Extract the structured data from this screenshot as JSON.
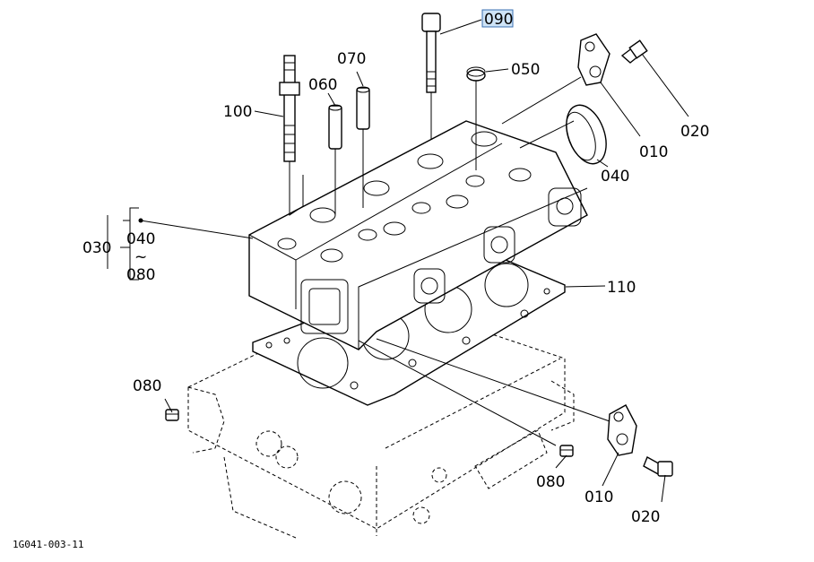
{
  "labels": {
    "p090": "090",
    "p050": "050",
    "p070": "070",
    "p060": "060",
    "p100": "100",
    "p020_top": "020",
    "p010_top": "010",
    "p040_right": "040",
    "p030": "030",
    "p040_group": "040",
    "tilde": "~",
    "p080_group": "080",
    "p110": "110",
    "p080_left": "080",
    "p080_right": "080",
    "p010_bottom": "010",
    "p020_bottom": "020"
  },
  "footer": {
    "drawing_code": "1G041-003-11"
  },
  "selected_part": "090",
  "colors": {
    "line": "#000000",
    "highlight_fill": "#cfe4f7",
    "highlight_border": "#3a6fb0",
    "background": "#ffffff"
  }
}
